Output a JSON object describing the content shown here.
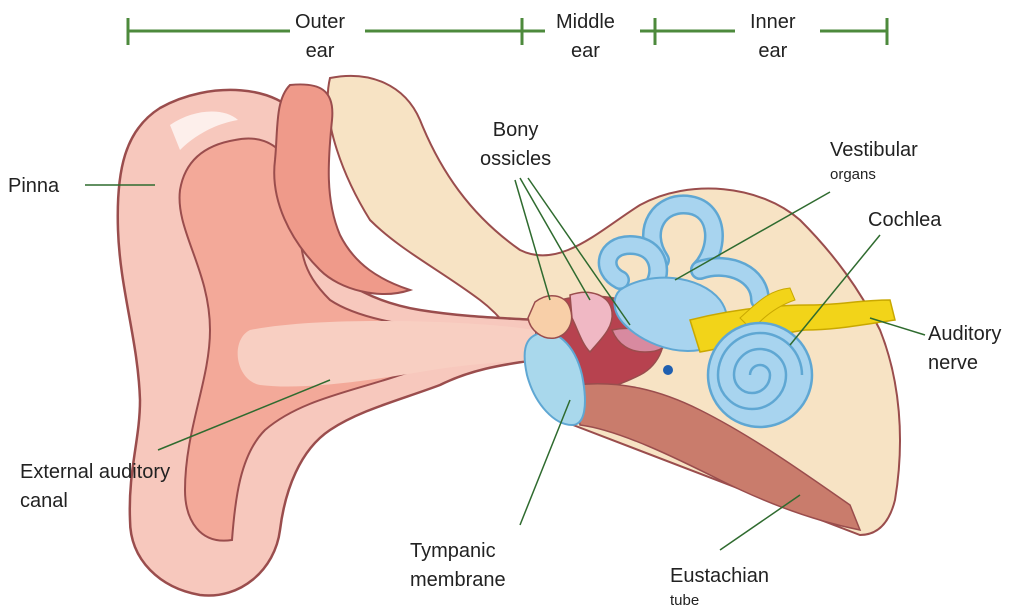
{
  "regions": {
    "outer": [
      "Outer",
      "ear"
    ],
    "middle": [
      "Middle",
      "ear"
    ],
    "inner": [
      "Inner",
      "ear"
    ]
  },
  "labels": {
    "pinna": "Pinna",
    "bony_ossicles": [
      "Bony",
      "ossicles"
    ],
    "vestibular_organs": [
      "Vestibular",
      "organs"
    ],
    "cochlea": "Cochlea",
    "auditory_nerve": [
      "Auditory",
      "nerve"
    ],
    "external_auditory_canal": [
      "External auditory",
      "canal"
    ],
    "tympanic_membrane": [
      "Tympanic",
      "membrane"
    ],
    "eustachian_tube": [
      "Eustachian",
      "tube"
    ]
  },
  "colors": {
    "skin_light": "#f7c8bd",
    "skin_mid": "#f3a999",
    "skin_dark": "#e48a7a",
    "outline": "#9a4d4d",
    "bone": "#f7e3c4",
    "canal": "#f8cfc2",
    "middle_cavity": "#b7424f",
    "membrane": "#a9d8ec",
    "labyrinth": "#a8d4ef",
    "labyrinth_outline": "#5fa7d3",
    "nerve": "#f2d419",
    "eustachian": "#c97c6c",
    "leader": "#2f6b2f",
    "bracket": "#4d8a3c",
    "text": "#222222"
  }
}
